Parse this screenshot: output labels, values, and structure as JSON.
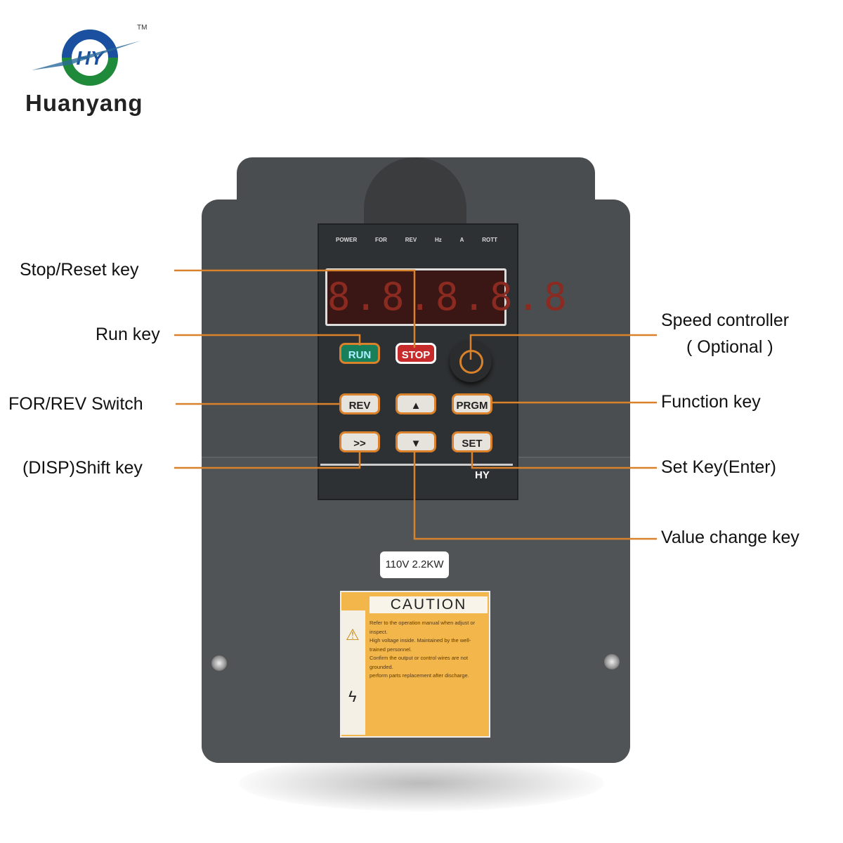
{
  "brand": {
    "name": "Huanyang",
    "trademark": "TM",
    "logo_letters": "HY"
  },
  "device": {
    "indicators": [
      "POWER",
      "FOR",
      "REV",
      "Hz",
      "A",
      "ROTT"
    ],
    "display": "8.8.8.8.8",
    "keys": {
      "run": "RUN",
      "stop": "STOP",
      "rev": "REV",
      "up": "▲",
      "prgm": "PRGM",
      "shift": ">>",
      "down": "▼",
      "set": "SET"
    },
    "panel_mark": "HY",
    "rating": "110V 2.2KW",
    "caution": {
      "title": "CAUTION",
      "lines": [
        "Refer to the operation manual when adjust or inspect.",
        "High voltage inside. Maintained by the well-trained personnel.",
        "Confirm the output or control wires are not grounded.",
        "perform parts replacement after discharge."
      ]
    }
  },
  "annotations": {
    "stop_reset": "Stop/Reset  key",
    "run": "Run key",
    "for_rev": "FOR/REV Switch",
    "shift": "(DISP)Shift key",
    "speed_controller": "Speed controller",
    "speed_optional": "( Optional )",
    "function": "Function key",
    "set": "Set Key(Enter)",
    "value_change": "Value change key"
  },
  "colors": {
    "leader_line": "#d9822b",
    "housing": "#4b4e50",
    "caution_label": "#f2b64a"
  }
}
